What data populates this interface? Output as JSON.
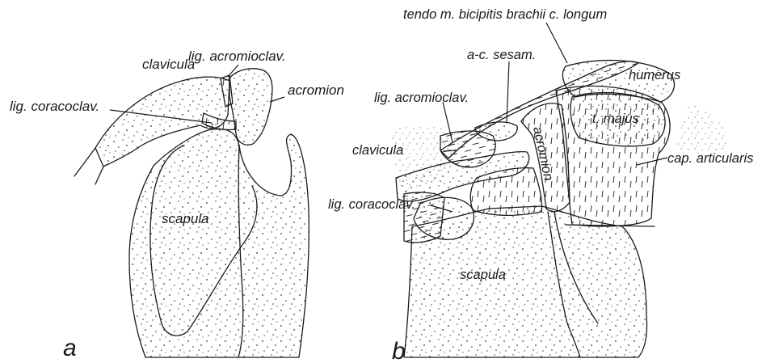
{
  "panel_a": {
    "letter": "a",
    "labels": {
      "lig_acromioclav": "lig. acromioclav.",
      "clavicula": "clavicula",
      "acromion": "acromion",
      "lig_coracoclav": "lig. coracoclav.",
      "scapula": "scapula"
    }
  },
  "panel_b": {
    "letter": "b",
    "labels": {
      "tendo": "tendo m. bicipitis brachii  c. longum",
      "ac_sesam": "a-c. sesam.",
      "humerus": "humerus",
      "lig_acromioclav": "lig. acromioclav.",
      "t_majus": "t. majus",
      "acromion": "acromion",
      "clavicula": "clavicula",
      "cap_articularis": "cap. articularis",
      "lig_coracoclav": "lig. coracoclav.",
      "scapula": "scapula"
    }
  }
}
